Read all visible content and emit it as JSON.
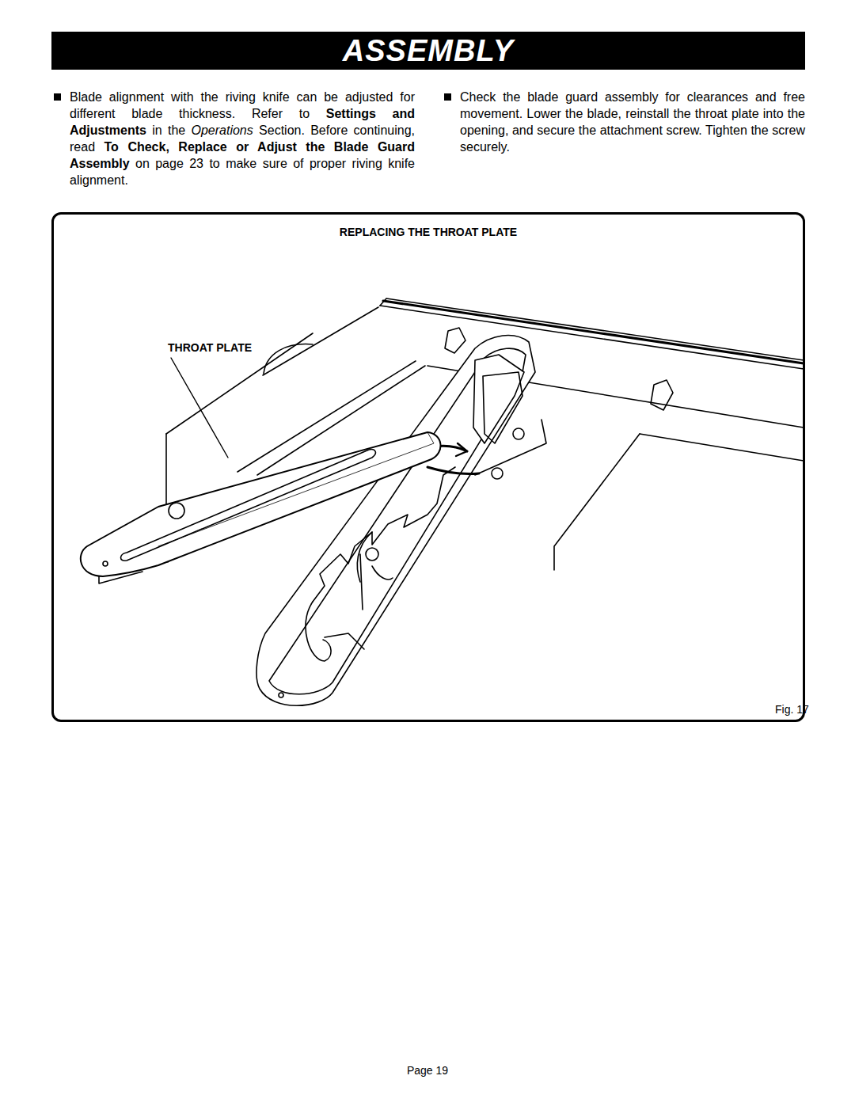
{
  "diagram": {
    "title": "ASSEMBLY",
    "nodes": [
      {
        "text": [
          "REPLACING THE THROAT PLATE"
        ]
      }
    ],
    "labels": [
      "Blade alignment with the riving knife can be adjusted for different blade thickness. Refer to",
      "Settings and Adjustments",
      "in the",
      "Operations",
      "Section. Before continuing, read",
      "To Check, Replace or Adjust the Blade Guard Assembly",
      "on page 23 to make sure of proper riving knife alignment.",
      "Check the blade guard assembly for clearances and free movement. Lower the blade, reinstall the throat plate into the opening, and secure the attachment screw. Tighten the screw securely.",
      "THROAT PLATE",
      "Fig. 17",
      "Page 19"
    ]
  }
}
